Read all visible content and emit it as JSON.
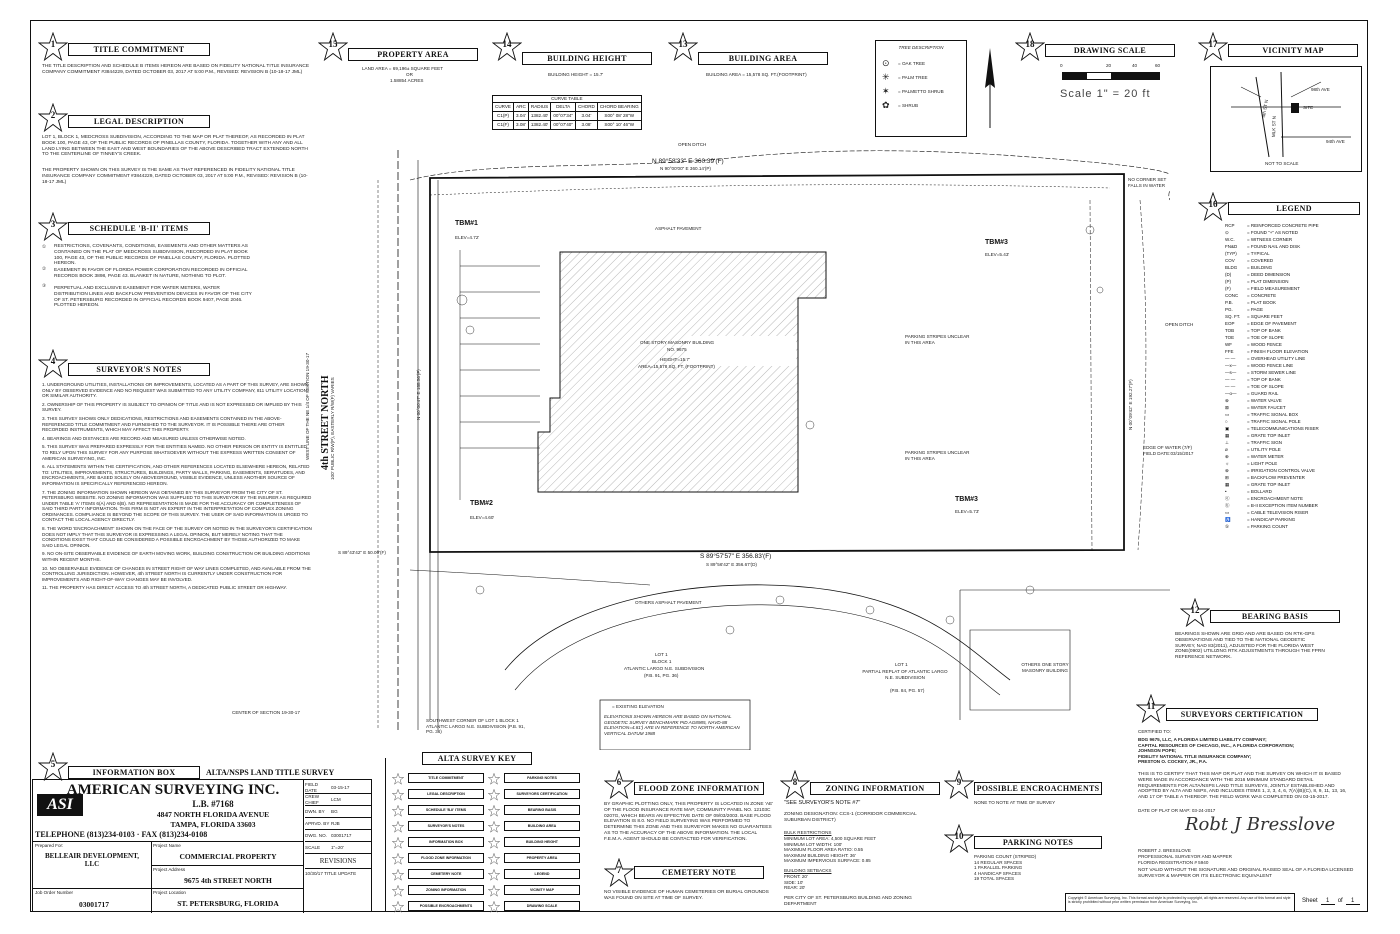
{
  "sections": {
    "title_commitment": {
      "num": "1",
      "title": "TITLE COMMITMENT",
      "text": "THE TITLE DESCRIPTION AND SCHEDULE B ITEMS HEREON ARE BASED ON FIDELITY NATIONAL TITLE INSURANCE COMPANY COMMITMENT #3844229, DATED OCTOBER 03, 2017 AT 5:00 P.M., REVISED: REVISION B (10-18-17 JML)"
    },
    "legal_description": {
      "num": "2",
      "title": "LEGAL DESCRIPTION",
      "text1": "LOT 1, BLOCK 1, MEDCROSS SUBDIVISION, ACCORDING TO THE MAP OR PLAT THEREOF, AS RECORDED IN PLAT BOOK 100, PAGE 43, OF THE PUBLIC RECORDS OF PINELLAS COUNTY, FLORIDA. TOGETHER WITH ANY AND ALL LAND LYING BETWEEN THE EAST AND WEST BOUNDARIES OF THE ABOVE DESCRIBED TRACT EXTENDED NORTH TO THE CENTERLINE OF TINNEY'S CREEK.",
      "text2": "THE PROPERTY SHOWN ON THIS SURVEY IS THE SAME AS THAT REFERENCED IN FIDELITY NATIONAL TITLE INSURANCE COMPANY COMMITMENT #3844229, DATED OCTOBER 03, 2017 AT 5:00 P.M., REVISED: REVISION B (10-18-17 JML)"
    },
    "schedule_b": {
      "num": "3",
      "title": "SCHEDULE 'B-II' ITEMS",
      "items": [
        "RESTRICTIONS, COVENANTS, CONDITIONS, EASEMENTS AND OTHER MATTERS AS CONTAINED ON THE PLAT OF MEDCROSS SUBDIVISION, RECORDED IN PLAT BOOK 100, PAGE 43, OF THE PUBLIC RECORDS OF PINELLAS COUNTY, FLORIDA. PLOTTED HEREON.",
        "EASEMENT IN FAVOR OF FLORIDA POWER CORPORATION RECORDED IN OFFICIAL RECORDS BOOK 3898, PAGE 43. BLANKET IN NATURE, NOTHING TO PLOT.",
        "PERPETUAL AND EXCLUSIVE EASEMENT FOR WATER METERS, WATER DISTRIBUTION LINES AND BACKFLOW PREVENTION DEVICES IN FAVOR OF THE CITY OF ST. PETERSBURG RECORDED IN OFFICIAL RECORDS BOOK 9407, PAGE 2046. PLOTTED HEREON."
      ]
    },
    "surveyor_notes": {
      "num": "4",
      "title": "SURVEYOR'S NOTES",
      "items": [
        "1. UNDERGROUND UTILITIES, INSTALLATIONS OR IMPROVEMENTS, LOCATED AS A PART OF THIS SURVEY, ARE SHOWN ONLY BY OBSERVED EVIDENCE AND NO REQUEST WAS SUBMITTED TO ANY UTILITY COMPANY, 811 UTILITY LOCATION, OR SIMILAR AUTHORITY.",
        "2. OWNERSHIP OF THIS PROPERTY IS SUBJECT TO OPINION OF TITLE AND IS NOT EXPRESSED OR IMPLIED BY THIS SURVEY.",
        "3. THIS SURVEY SHOWS ONLY DEDICATIONS, RESTRICTIONS AND EASEMENTS CONTAINED IN THE ABOVE-REFERENCED TITLE COMMITMENT AND FURNISHED TO THE SURVEYOR. IT IS POSSIBLE THERE ARE OTHER RECORDED INSTRUMENTS, WHICH MAY AFFECT THIS PROPERTY.",
        "4. BEARINGS AND DISTANCES ARE RECORD AND MEASURED UNLESS OTHERWISE NOTED.",
        "5. THIS SURVEY WAS PREPARED EXPRESSLY FOR THE ENTITIES NAMED. NO OTHER PERSON OR ENTITY IS ENTITLED TO RELY UPON THIS SURVEY FOR ANY PURPOSE WHATSOEVER WITHOUT THE EXPRESS WRITTEN CONSENT OF AMERICAN SURVEYING, INC.",
        "6. ALL STATEMENTS WITHIN THE CERTIFICATION, AND OTHER REFERENCES LOCATED ELSEWHERE HEREON, RELATED TO: UTILITIES, IMPROVEMENTS, STRUCTURES, BUILDINGS, PARTY WALLS, PARKING, EASEMENTS, SERVITUDES, AND ENCROACHMENTS, ARE BASED SOLELY ON ABOVEGROUND, VISIBLE EVIDENCE, UNLESS ANOTHER SOURCE OF INFORMATION IS SPECIFICALLY REFERENCED HEREON.",
        "7. THE ZONING INFORMATION SHOWN HEREON WAS OBTAINED BY THIS SURVEYOR FROM THE CITY OF ST. PETERSBURG WEBSITE. NO ZONING INFORMATION WAS SUPPLIED TO THIS SURVEYOR BY THE INSURER AS REQUIRED UNDER TABLE 'A' ITEMS 6(A) AND 6(B). NO REPRESENTATION IS MADE FOR THE ACCURACY OR COMPLETENESS OF SAID THIRD PARTY INFORMATION. THIS FIRM IS NOT AN EXPERT IN THE INTERPRETATION OF COMPLEX ZONING ORDINANCES. COMPLIANCE IS BEYOND THE SCOPE OF THIS SURVEY. THE USER OF SAID INFORMATION IS URGED TO CONTACT THE LOCAL AGENCY DIRECTLY.",
        "8. THE WORD 'ENCROACHMENT' SHOWN ON THE FACE OF THE SURVEY OR NOTED IN THE SURVEYOR'S CERTIFICATION DOES NOT IMPLY THAT THIS SURVEYOR IS EXPRESSING A LEGAL OPINION, BUT MERELY NOTING THAT THE CONDITIONS EXIST THAT COULD BE CONSIDERED A POSSIBLE ENCROACHMENT BY THOSE AUTHORIZED TO MAKE SAID LEGAL OPINION.",
        "9. NO ON-SITE OBSERVABLE EVIDENCE OF EARTH MOVING WORK, BUILDING CONSTRUCTION OR BUILDING ADDITIONS WITHIN RECENT MONTHS.",
        "10. NO OBSERVABLE EVIDENCE OF CHANGES IN STREET RIGHT OF WAY LINES COMPLETED, AND AVAILABLE FROM THE CONTROLLING JURISDICTION. HOWEVER, 4th STREET NORTH IS CURRENTLY UNDER CONSTRUCTION FOR IMPROVEMENTS AND RIGHT-OF-WAY CHANGES MAY BE INVOLVED.",
        "11. THE PROPERTY HAS DIRECT ACCESS TO 4th STREET NORTH, A DEDICATED PUBLIC STREET OR HIGHWAY."
      ]
    },
    "information_box": {
      "num": "5",
      "title": "INFORMATION BOX"
    },
    "flood_zone": {
      "num": "6",
      "title": "FLOOD ZONE INFORMATION",
      "text": "BY GRAPHIC PLOTTING ONLY, THIS PROPERTY IS LOCATED IN ZONE 'AE' OF THE FLOOD INSURANCE RATE MAP, COMMUNITY PANEL NO. 12103C 0207G, WHICH BEARS AN EFFECTIVE DATE OF 09/03/2003. BASE FLOOD ELEVATION IS 8.0. NO FIELD SURVEYING WAS PERFORMED TO DETERMINE THIS ZONE AND THIS SURVEYOR MAKES NO GUARANTEES AS TO THE ACCURACY OF THE ABOVE INFORMATION. THE LOCAL F.E.M.A. AGENT SHOULD BE CONTACTED FOR VERIFICATION."
    },
    "cemetery": {
      "num": "7",
      "title": "CEMETERY NOTE",
      "text": "NO VISIBLE EVIDENCE OF HUMAN CEMETERIES OR BURIAL GROUNDS WAS FOUND ON SITE AT TIME OF SURVEY."
    },
    "zoning": {
      "num": "8",
      "title": "ZONING INFORMATION",
      "note": "\"SEE SURVEYOR'S NOTE #7\"",
      "designation": "ZONING DESIGNATION: CCS-1 (CORRIDOR COMMERCIAL SUBURBAN DISTRICT)",
      "restrictions_title": "BULK RESTRICTIONS",
      "restrictions": [
        "MINIMUM LOT AREA: 4,500 SQUARE FEET",
        "MINIMUM LOT WIDTH: 100'",
        "MAXIMUM FLOOR AREA RATIO: 0.55",
        "MAXIMUM BUILDING HEIGHT: 36'",
        "MAXIMUM IMPERVIOUS SURFACE: 0.85"
      ],
      "setbacks_title": "BUILDING SETBACKS",
      "setbacks": [
        "FRONT: 20'",
        "SIDE: 10'",
        "REAR: 20'"
      ],
      "source": "PER CITY OF ST. PETERSBURG BUILDING AND ZONING DEPARTMENT"
    },
    "encroachments": {
      "num": "9",
      "title": "POSSIBLE ENCROACHMENTS",
      "text": "NONE TO NOTE AT TIME OF SURVEY"
    },
    "parking": {
      "num": "10",
      "title": "PARKING NOTES",
      "lines": [
        "PARKING COUNT (STRIPED)",
        "14 REGULAR SPACES",
        "1 PARALLEL PARKING",
        "4 HANDICAP SPACES",
        "19 TOTAL SPACES"
      ]
    },
    "certification": {
      "num": "11",
      "title": "SURVEYORS CERTIFICATION",
      "to_label": "CERTIFIED TO:",
      "to": [
        "BDG 9675, LLC, A FLORIDA LIMITED LIABILITY COMPANY;",
        "CAPITAL RESOURCES OF CHICAGO, INC., A FLORIDA CORPORATION;",
        "JOHNSON POPE;",
        "FIDELITY NATIONAL TITLE INSURANCE COMPANY;",
        "PRESTON O. COCKEY, JR., P.A."
      ],
      "text": "THIS IS TO CERTIFY THAT THIS MAP OR PLAT AND THE SURVEY ON WHICH IT IS BASED WERE MADE IN ACCORDANCE WITH THE 2016 MINIMUM STANDARD DETAIL REQUIREMENTS FOR ALTA/NSPS LAND TITLE SURVEYS, JOINTLY ESTABLISHED AND ADOPTED BY ALTA AND NSPS, AND INCLUDES ITEMS 1, 2, 3, 4, 6, 7(A)(B)(C), 8, 9, 11, 13, 16, AND 17 OF TABLE A THEREOF. THE FIELD WORK WAS COMPLETED ON 03-15-2017.",
      "date_line": "DATE OF PLAT OR MAP: 03-24-2017",
      "signer": [
        "ROBERT J. BRESSLOVE",
        "PROFESSIONAL SURVEYOR AND MAPPER",
        "FLORIDA REGISTRATION # 5940"
      ],
      "disclaimer": "NOT VALID WITHOUT THE SIGNATURE AND ORIGINAL RAISED SEAL OF A FLORIDA LICENSED SURVEYOR & MAPPER OR ITS ELECTRONIC EQUIVALENT",
      "copyright": "Copyright © American Surveying, Inc. This format and style is protected by copyright, all rights are reserved. Any use of this format and style is strictly prohibited without prior written permission from American Surveying, Inc.",
      "sheet_label": "Sheet",
      "sheet_no": "1",
      "sheet_of": "of",
      "sheet_total": "1"
    },
    "bearing_basis": {
      "num": "12",
      "title": "BEARING BASIS",
      "text": "BEARINGS SHOWN ARE GRID AND ARE BASED ON RTK-GPS OBSERVATIONS AND TIED TO THE NATIONAL GEODETIC SURVEY, NAD 83(2011), ADJUSTED FOR THE FLORIDA WEST ZONE(0902) UTILIZING RTK ADJUSTMENTS THROUGH THE FPRN REFERENCE NETWORK."
    },
    "building_area": {
      "num": "13",
      "title": "BUILDING AREA",
      "text": "BUILDING AREA = 15,578 SQ. FT.(FOOTPRINT)"
    },
    "building_height": {
      "num": "14",
      "title": "BUILDING HEIGHT",
      "text": "BUILDING HEIGHT = 15.7'"
    },
    "property_area": {
      "num": "15",
      "title": "PROPERTY AREA",
      "text1": "LAND AREA = 69,196± SQUARE FEET",
      "text2": "OR",
      "text3": "1.58854 ACRES"
    },
    "legend": {
      "num": "16",
      "title": "LEGEND",
      "items": [
        [
          "RCP",
          "= REINFORCED CONCRETE PIPE"
        ],
        [
          "⊙",
          "= FOUND \"+\" AS NOTED"
        ],
        [
          "W.C.",
          "= WITNESS CORNER"
        ],
        [
          "FN&D",
          "= FOUND NAIL AND DISK"
        ],
        [
          "(TYP)",
          "= TYPICAL"
        ],
        [
          "COV",
          "= COVERED"
        ],
        [
          "BLDG",
          "= BUILDING"
        ],
        [
          "(D)",
          "= DEED DIMENSION"
        ],
        [
          "(P)",
          "= PLAT DIMENSION"
        ],
        [
          "(F)",
          "= FIELD MEASUREMENT"
        ],
        [
          "CONC",
          "= CONCRETE"
        ],
        [
          "P.B.",
          "= PLAT BOOK"
        ],
        [
          "PG.",
          "= PAGE"
        ],
        [
          "SQ. FT.",
          "= SQUARE FEET"
        ],
        [
          "EOP",
          "= EDGE OF PAVEMENT"
        ],
        [
          "TOB",
          "= TOP OF BANK"
        ],
        [
          "TOE",
          "= TOE OF SLOPE"
        ],
        [
          "WF",
          "= WOOD FENCE"
        ],
        [
          "FFE",
          "= FINISH FLOOR ELEVATION"
        ],
        [
          "— —",
          "= OVERHEAD UTILITY LINE"
        ],
        [
          "—x—",
          "= WOOD FENCE LINE"
        ],
        [
          "—s—",
          "= STORM SEWER LINE"
        ],
        [
          "— —",
          "= TOP OF BANK"
        ],
        [
          "— —",
          "= TOE OF SLOPE"
        ],
        [
          "—o—",
          "= GUARD RAIL"
        ],
        [
          "⊗",
          "= WATER VALVE"
        ],
        [
          "⊠",
          "= WATER FAUCET"
        ],
        [
          "▭",
          "= TRAFFIC SIGNAL BOX"
        ],
        [
          "○",
          "= TRAFFIC SIGNAL POLE"
        ],
        [
          "▣",
          "= TELECOMMUNICATIONS RISER"
        ],
        [
          "▦",
          "= GRATE TOP INLET"
        ],
        [
          "⊥",
          "= TRAFFIC SIGN"
        ],
        [
          "ø",
          "= UTILITY POLE"
        ],
        [
          "⊕",
          "= WATER METER"
        ],
        [
          "☼",
          "= LIGHT POLE"
        ],
        [
          "⊗",
          "= IRRIGATION CONTROL VALVE"
        ],
        [
          "⊞",
          "= BACKFLOW PREVENTER"
        ],
        [
          "▦",
          "= GRATE TOP INLET"
        ],
        [
          "•",
          "= BOLLARD"
        ],
        [
          "ⓔ",
          "= ENCROACHMENT NOTE"
        ],
        [
          "ⓑ",
          "= B-II EXCEPTION ITEM NUMBER"
        ],
        [
          "▭",
          "= CABLE TELEVISION RISER"
        ],
        [
          "♿",
          "= HANDICAP PARKING"
        ],
        [
          "⑤",
          "= PARKING COUNT"
        ]
      ]
    },
    "vicinity": {
      "num": "17",
      "title": "VICINITY MAP",
      "site": "SITE",
      "not_to_scale": "NOT TO SCALE",
      "roads": [
        "4th ST N",
        "98th AVE",
        "MLK ST N",
        "94th AVE"
      ]
    },
    "drawing_scale": {
      "num": "18",
      "title": "DRAWING SCALE",
      "ticks": [
        "0",
        "20",
        "40",
        "60"
      ],
      "scale_text": "Scale 1\" = 20 ft"
    }
  },
  "tree_description": {
    "title": "TREE DESCRIPTION",
    "items": [
      "= OAK TREE",
      "= PALM TREE",
      "= PALMETTO SHRUB",
      "= SHRUB"
    ]
  },
  "curve_table": {
    "title": "CURVE TABLE",
    "headers": [
      "CURVE",
      "ARC",
      "RADIUS",
      "DELTA",
      "CHORD",
      "CHORD BEARING"
    ],
    "rows": [
      [
        "C1(P)",
        "3.04'",
        "1382.40'",
        "00°07'34\"",
        "3.04'",
        "S00° 08' 28\"W"
      ],
      [
        "C1(F)",
        "3.08'",
        "1382.40'",
        "00°07'40\"",
        "3.08'",
        "S00° 10' 46\"W"
      ]
    ]
  },
  "survey": {
    "street": "4th STREET NORTH",
    "street_sub": "100' PUBLIC R/W(P), EASTERLY R/W(F) VARIES",
    "building_label": "ONE STORY MASONRY BUILDING",
    "building_no": "NO. 9675",
    "building_height": "HEIGHT=15.7'",
    "building_area": "AREA=15,578 SQ. FT. (FOOTPRINT)",
    "north_bearing": "N 89°58'33\" E 360.39'(F)",
    "north_bearing2": "N 90°00'00\" E 360.14'(P)",
    "south_bearing": "S 89°57'57\" E 356.83'(F)",
    "south_bearing2": "S 89°56'42\" E 356.67'(D)",
    "east_bearing": "N 00°09'42\" E 192.27'(F)",
    "west_dim": "N 00°00'47\" E 188.56'(F)",
    "parking_note1": "PARKING STRIPES UNCLEAR IN THIS AREA",
    "parking_note2": "PARKING STRIPES UNCLEAR IN THIS AREA",
    "open_ditch": "OPEN DITCH",
    "open_ditch2": "OPEN DITCH",
    "edge_water": "EDGE OF WATER (7/F) FIELD DATE:03/15/2017",
    "tbm1": "TBM#1",
    "tbm1_elev": "ELEV=4.72'",
    "tbm2": "TBM#2",
    "tbm2_elev": "ELEV=4.60'",
    "tbm3": "TBM#3",
    "tbm3_elev": "ELEV=5.43'",
    "tbm4": "TBM#3",
    "tbm4_elev": "ELEV=5.73'",
    "asphalt": "ASPHALT PAVEMENT",
    "lot1": "LOT 1",
    "block1": "BLOCK 1",
    "atlantic": "ATLANTIC LARGO N.E. SUBDIVISION",
    "pb": "(P.B. 91, PG. 36)",
    "lot1b": "LOT 1",
    "partial_replat": "PARTIAL REPLAT OF ATLANTIC LARGO N.E. SUBDIVISION",
    "pb2": "(P.B. 84, PG. 57)",
    "others_bldg": "OTHERS ONE STORY MASONRY BUILDING",
    "center_section": "CENTER OF SECTION 19-30-17",
    "sw_corner": "SOUTHWEST CORNER OF LOT 1 BLOCK 1 ATLANTIC LARGO N.E. SUBDIVISION (P.B. 91, PG. 36)",
    "elev_note_title": "= EXISTING ELEVATION",
    "elev_note": "ELEVATIONS SHOWN HEREON ARE BASED ON NATIONAL GEODETIC SURVEY BENCHMARK PID AG8985, NAVD-88 ELEVATION=4.81') ARE IN REFERENCE TO NORTH AMERICAN VERTICAL DATUM 1988",
    "others_asphalt": "OTHERS ASPHALT PAVEMENT",
    "west_line": "WEST LINE OF THE NE 1/4 OF SECTION 19-30-17",
    "west_south": "S 89°43'42\" E 50.00'(F)",
    "no_corner": "NO CORNER SET FALLS IN WATER"
  },
  "alta_key": {
    "title": "ALTA SURVEY KEY",
    "left": [
      "TITLE COMMITMENT",
      "LEGAL DESCRIPTION",
      "SCHEDULE 'B-II' ITEMS",
      "SURVEYOR'S NOTES",
      "INFORMATION BOX",
      "FLOOD ZONE INFORMATION",
      "CEMETERY NOTE",
      "ZONING INFORMATION",
      "POSSIBLE ENCROACHMENTS"
    ],
    "right": [
      "PARKING NOTES",
      "SURVEYORS CERTIFICATION",
      "BEARING BASIS",
      "BUILDING AREA",
      "BUILDING HEIGHT",
      "PROPERTY AREA",
      "LEGEND",
      "VICINITY MAP",
      "DRAWING SCALE"
    ],
    "left_nums": [
      "1",
      "2",
      "3",
      "4",
      "5",
      "6",
      "7",
      "8",
      "9"
    ],
    "right_nums": [
      "10",
      "11",
      "12",
      "13",
      "14",
      "15",
      "16",
      "17",
      "18"
    ]
  },
  "title_block": {
    "survey_title": "ALTA/NSPS LAND TITLE SURVEY",
    "company": "AMERICAN SURVEYING INC.",
    "lb": "L.B. #7168",
    "address1": "4847 NORTH FLORIDA AVENUE",
    "address2": "TAMPA, FLORIDA 33603",
    "phone": "TELEPHONE (813)234-0103 · FAX (813)234-0108",
    "logo": "ASI",
    "field_date_label": "FIELD DATE",
    "field_date": "03-15-17",
    "crew_label": "CREW CHIEF",
    "crew": "LCM",
    "dwn_label": "DWN. BY",
    "dwn": "BG",
    "aprvd_label": "APRVD. BY",
    "aprvd": "RJB",
    "dwg_label": "DWG. NO.",
    "dwg": "03001717",
    "scale_label": "SCALE",
    "scale": "1\"=20'",
    "revisions": "REVISIONS",
    "rev1": "10/30/17 TITLE UPDATE",
    "prepared_label": "Prepared For:",
    "prepared": "BELLEAIR DEVELOPMENT, LLC",
    "project_name_label": "Project Name",
    "project_name": "COMMERCIAL PROPERTY",
    "project_address_label": "Project Address",
    "project_address": "9675 4th STREET NORTH",
    "project_location_label": "Project Location",
    "project_location": "ST. PETERSBURG, FLORIDA",
    "job_label": "Job Order Number",
    "job": "03001717"
  }
}
